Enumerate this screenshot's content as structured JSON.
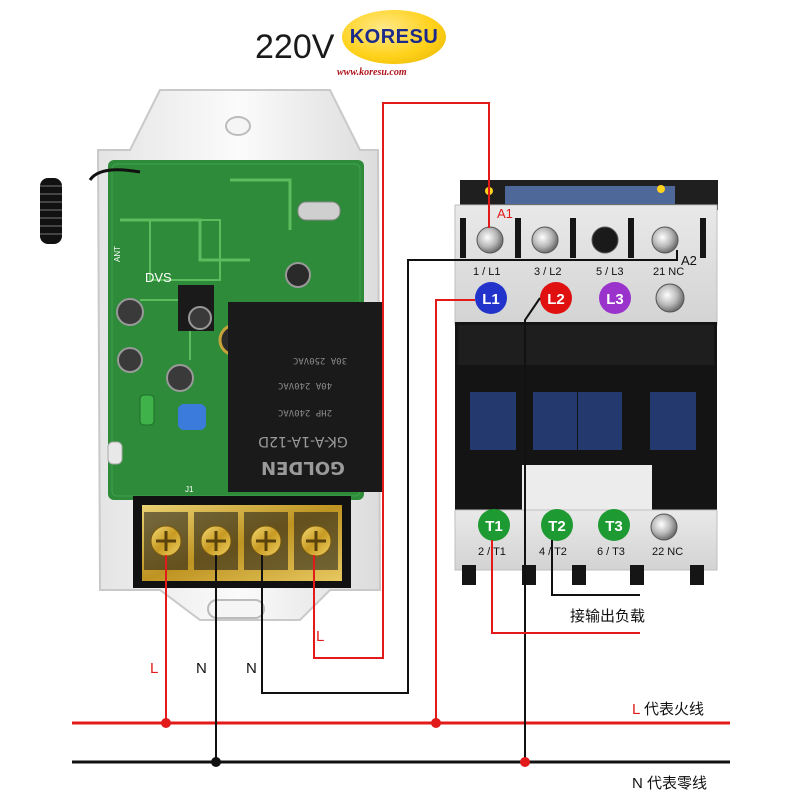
{
  "header": {
    "voltage": "220V",
    "brand": "KORESU",
    "website": "www.koresu.com"
  },
  "receiver": {
    "board_label": "DVS",
    "ant_label": "ANT",
    "relay_brand": "GOLDEN",
    "relay_model": "GK-A-1A-12D",
    "relay_rating_1": "40A 240VAC",
    "relay_rating_2": "30A 250VAC",
    "relay_rating_3": "2HP 240VAC",
    "terminal_block_label": "J1"
  },
  "contactor": {
    "coil_a1": "A1",
    "coil_a2": "A2",
    "top_terminals": [
      "1 / L1",
      "3 / L2",
      "5 / L3",
      "21 NC"
    ],
    "top_badges": [
      "L1",
      "L2",
      "L3"
    ],
    "bottom_badges": [
      "T1",
      "T2",
      "T3"
    ],
    "bottom_terminals": [
      "2 / T1",
      "4 / T2",
      "6 / T3",
      "22 NC"
    ]
  },
  "wire_labels": {
    "l_left": "L",
    "n_1": "N",
    "n_2": "N",
    "l_relay": "L",
    "load_output": "接输出负载"
  },
  "legend": {
    "live_prefix": "L",
    "live_text": " 代表火线",
    "neutral_text": "N 代表零线"
  },
  "colors": {
    "live_wire": "#e21a1a",
    "neutral_wire": "#111111",
    "badge_blue": "#2233cc",
    "badge_red": "#e01010",
    "badge_purple": "#9a33cc",
    "badge_green": "#1e9a32",
    "pcb_green": "#2e8b3a"
  }
}
